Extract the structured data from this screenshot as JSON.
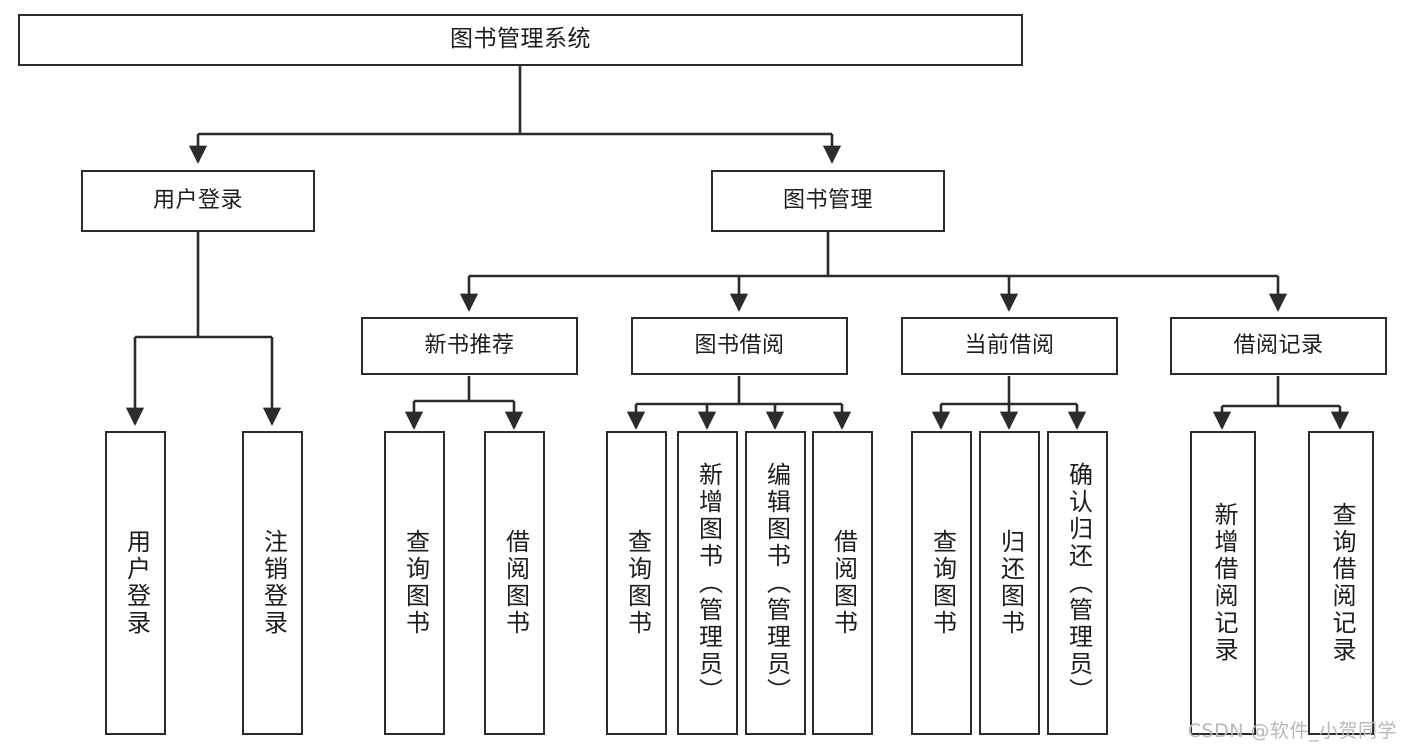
{
  "diagram": {
    "type": "tree",
    "title": "图书管理系统",
    "orientation": "top-down",
    "colors": {
      "box_stroke": "#2b2b2b",
      "box_fill": "#ffffff",
      "connector": "#2b2b2b",
      "text": "#1d1d1d",
      "watermark": "#b9b9b9",
      "background": "#ffffff"
    }
  },
  "nodes": {
    "root": {
      "label": "图书管理系统"
    },
    "level1": [
      {
        "label": "用户登录"
      },
      {
        "label": "图书管理"
      }
    ],
    "level2": [
      {
        "label": "新书推荐"
      },
      {
        "label": "图书借阅"
      },
      {
        "label": "当前借阅"
      },
      {
        "label": "借阅记录"
      }
    ],
    "leaves_user_login": [
      {
        "label": "用户登录"
      },
      {
        "label": "注销登录"
      }
    ],
    "leaves_new_book": [
      {
        "label": "查询图书"
      },
      {
        "label": "借阅图书"
      }
    ],
    "leaves_borrow": [
      {
        "label": "查询图书"
      },
      {
        "label": "新增图书（管理员）"
      },
      {
        "label": "编辑图书（管理员）"
      },
      {
        "label": "借阅图书"
      }
    ],
    "leaves_current": [
      {
        "label": "查询图书"
      },
      {
        "label": "归还图书"
      },
      {
        "label": "确认归还（管理员）"
      }
    ],
    "leaves_records": [
      {
        "label": "新增借阅记录"
      },
      {
        "label": "查询借阅记录"
      }
    ]
  },
  "watermark": {
    "text": "CSDN @软件_小贺同学"
  }
}
